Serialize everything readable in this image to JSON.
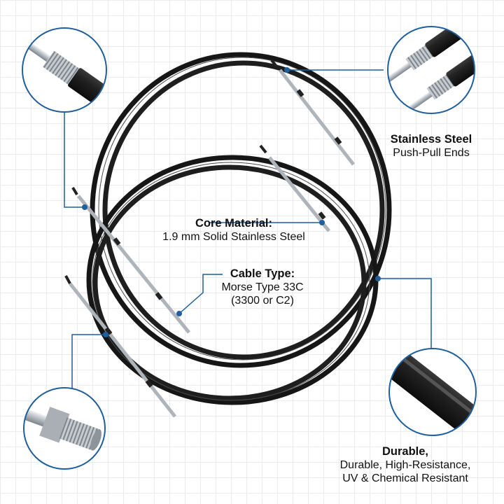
{
  "features": {
    "ends": {
      "title": "Stainless Steel",
      "lines": [
        "Push-Pull Ends"
      ]
    },
    "core": {
      "title": "Core Material:",
      "lines": [
        "1.9 mm Solid Stainless Steel"
      ]
    },
    "cable_type": {
      "title": "Cable Type:",
      "lines": [
        "Morse Type 33C",
        "(3300 or C2)"
      ]
    },
    "durable": {
      "title": "Durable,",
      "lines": [
        "Durable, High-Resistance,",
        "UV & Chemical Resistant"
      ]
    }
  },
  "colors": {
    "callout_blue": "#1f5f9c",
    "cable_black": "#1b1b1b",
    "steel": "#c9ced3"
  },
  "icons": [
    "threaded-end-closeup",
    "push-pull-rods-closeup",
    "threaded-fitting-closeup",
    "cable-jacket-closeup"
  ]
}
